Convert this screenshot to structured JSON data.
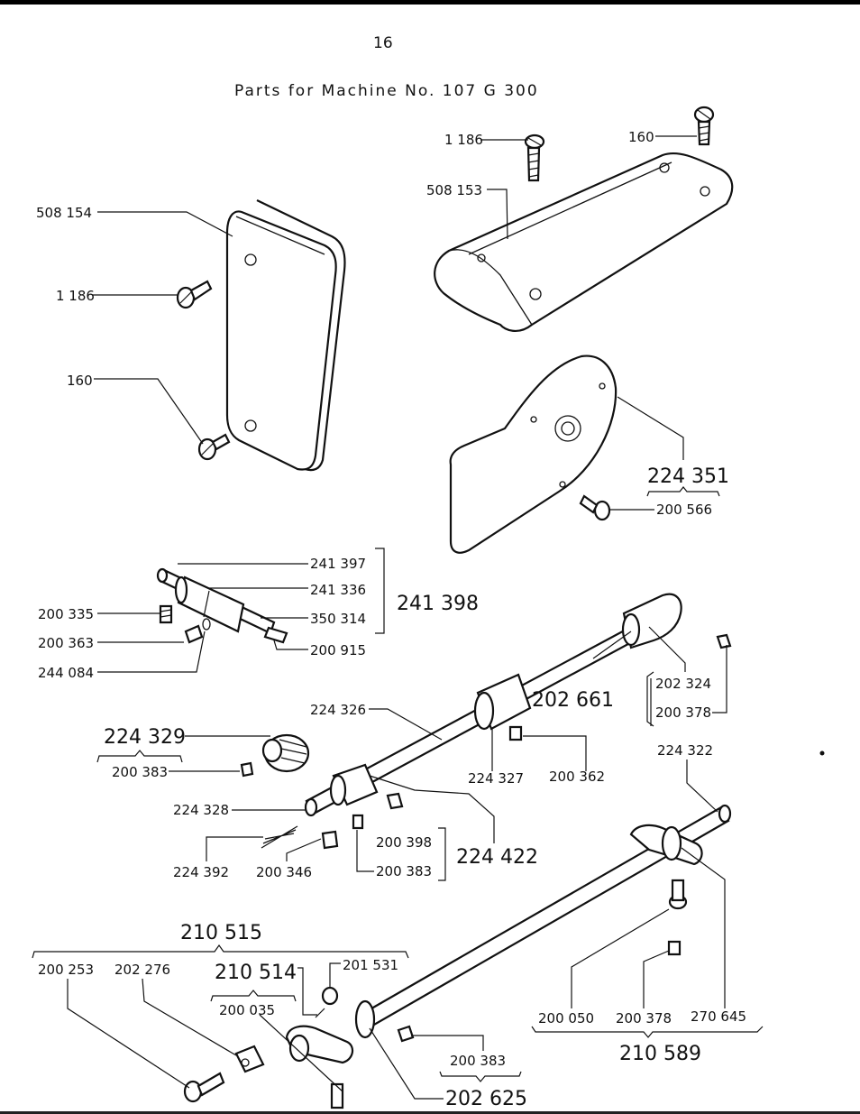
{
  "page": {
    "number": "16",
    "title": "Parts for Machine No. 107 G 300"
  },
  "labels": {
    "l1186a": "1 186",
    "l160a": "160",
    "l508153": "508 153",
    "l508154": "508 154",
    "l1186b": "1 186",
    "l160b": "160",
    "l224351": "224 351",
    "l200566": "200 566",
    "l241397": "241 397",
    "l241336": "241 336",
    "l350314": "350 314",
    "l200915": "200 915",
    "l241398": "241 398",
    "l200335": "200 335",
    "l200363": "200 363",
    "l244084": "244 084",
    "l224326": "224 326",
    "l202661": "202 661",
    "l202324": "202 324",
    "l200378a": "200 378",
    "l224329": "224 329",
    "l200383a": "200 383",
    "l224327": "224 327",
    "l200362": "200 362",
    "l224322": "224 322",
    "l224328": "224 328",
    "l200398": "200 398",
    "l200383b": "200 383",
    "l224422": "224 422",
    "l224392": "224 392",
    "l200346": "200 346",
    "l210515": "210 515",
    "l200253": "200 253",
    "l202276": "202 276",
    "l210514": "210 514",
    "l201531": "201 531",
    "l200035": "200 035",
    "l200050": "200 050",
    "l200378b": "200 378",
    "l270645": "270 645",
    "l210589": "210 589",
    "l200383c": "200 383",
    "l202625": "202 625"
  }
}
